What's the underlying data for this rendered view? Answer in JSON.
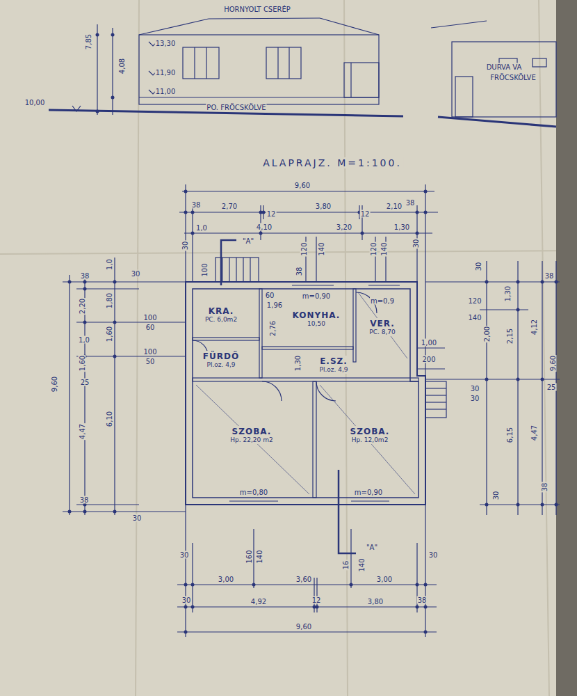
{
  "diagram": {
    "title": "ALAPRAJZ. M=1:100.",
    "nodes": [
      {
        "text": [
          "KRA.",
          "PC. 6,0m2"
        ]
      },
      {
        "text": [
          "KONYHA.",
          "10,50"
        ]
      },
      {
        "text": [
          "VER.",
          "PC. 8,70"
        ]
      },
      {
        "text": [
          "FÜRDŐ",
          "Pl.oz. 4,9"
        ]
      },
      {
        "text": [
          "E.SZ.",
          "Pl.oz. 4,9"
        ]
      },
      {
        "text": [
          "SZOBA.",
          "Hp. 22,20 m2"
        ]
      },
      {
        "text": [
          "SZOBA.",
          "Hp. 12,0m2"
        ]
      }
    ],
    "labels": [
      "HORNYOLT CSERÉP",
      "13,30",
      "11,90",
      "11,00",
      "PO. FRÖCSKÖLVE",
      "10,00",
      "7,85",
      "4,08",
      "DURVA VA",
      "FRÖCSKÖLVE",
      "9,60",
      "38",
      "2,70",
      "12",
      "3,80",
      "12",
      "2,10",
      "38",
      "1,0",
      "4,10",
      "3,20",
      "1,30",
      "30",
      "\"A\"",
      "120",
      "140",
      "38",
      "120",
      "140",
      "30",
      "100",
      "1,0",
      "38",
      "30",
      "2,20",
      "1,80",
      "100",
      "60",
      "1,60",
      "1,0",
      "1,60",
      "100",
      "50",
      "25",
      "9,60",
      "4,47",
      "6,10",
      "38",
      "30",
      "30",
      "1,30",
      "38",
      "120",
      "140",
      "2,15",
      "4,12",
      "2,00",
      "9,60",
      "1,00",
      "200",
      "30",
      "30",
      "25",
      "6,15",
      "4,47",
      "38",
      "30",
      "m=0,90",
      "m=0,9",
      "60",
      "1,96",
      "2,76",
      "1,30",
      "m=0,80",
      "m=0,90",
      "30",
      "160",
      "140",
      "16",
      "140",
      "\"A\"",
      "30",
      "3,00",
      "3,60",
      "3,00",
      "30",
      "4,92",
      "12",
      "3,80",
      "38",
      "9,60"
    ]
  }
}
